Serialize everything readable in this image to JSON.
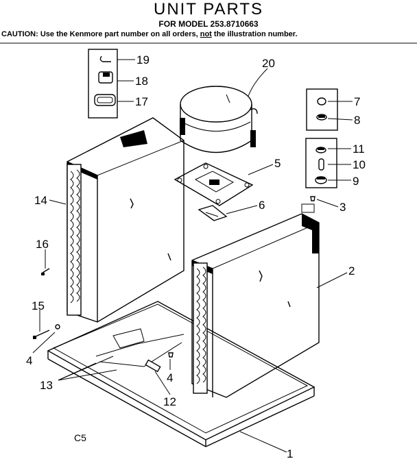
{
  "header": {
    "title": "UNIT PARTS",
    "model_line": "FOR MODEL 253.8710663",
    "caution_label": "CAUTION:",
    "caution_pre": " Use the Kenmore part number on all orders, ",
    "caution_emph": "not",
    "caution_post": " the illustration number."
  },
  "page_code": "C5",
  "callouts": {
    "c1": "1",
    "c2": "2",
    "c3": "3",
    "c4a": "4",
    "c4b": "4",
    "c5": "5",
    "c6": "6",
    "c7": "7",
    "c8": "8",
    "c9": "9",
    "c10": "10",
    "c11": "11",
    "c12": "12",
    "c13": "13",
    "c14": "14",
    "c15": "15",
    "c16": "16",
    "c17": "17",
    "c18": "18",
    "c19": "19",
    "c20": "20"
  }
}
